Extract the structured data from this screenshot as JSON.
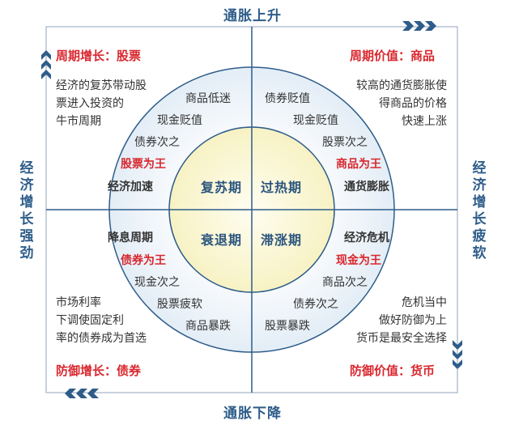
{
  "axes": {
    "top": "通胀上升",
    "bottom": "通胀下降",
    "left": "经济增长强劲",
    "right": "经济增长疲软"
  },
  "corners": {
    "top_left": {
      "label": "周期增长：",
      "asset": "股票"
    },
    "top_right": {
      "label": "周期价值：",
      "asset": "商品"
    },
    "bottom_left": {
      "label": "防御增长：",
      "asset": "债券"
    },
    "bottom_right": {
      "label": "防御价值：",
      "asset": "货币"
    }
  },
  "descriptions": {
    "top_left": [
      "经济的复苏带动股",
      "票进入投资的",
      "牛市周期"
    ],
    "top_right": [
      "较高的通货膨胀使",
      "得商品的价格",
      "快速上涨"
    ],
    "bottom_left": [
      "市场利率",
      "下调使固定利",
      "率的债券成为首选"
    ],
    "bottom_right": [
      "危机当中",
      "做好防御为上",
      "货币是最安全选择"
    ]
  },
  "phases": {
    "recovery": "复苏期",
    "overheat": "过热期",
    "recession": "衰退期",
    "stagflation": "滞涨期"
  },
  "ring": {
    "recovery": {
      "a": "商品低迷",
      "b": "现金贬值",
      "c": "债券次之",
      "d": "股票为王",
      "e": "经济加速"
    },
    "overheat": {
      "a": "债券贬值",
      "b": "现金贬值",
      "c": "股票次之",
      "d": "商品为王",
      "e": "通货膨胀"
    },
    "recession": {
      "a": "降息周期",
      "b": "债券为王",
      "c": "现金次之",
      "d": "股票疲软",
      "e": "商品暴跌"
    },
    "stagflation": {
      "a": "经济危机",
      "b": "现金为王",
      "c": "商品次之",
      "d": "债券次之",
      "e": "股票暴跌"
    }
  },
  "colors": {
    "frame": "#8fa3b8",
    "axis_line": "#2e5d8a",
    "ring_stroke": "#2e5d8a",
    "outer_fill": "#eef4f9",
    "inner_fill": "#fbf8de",
    "red": "#d9272e",
    "arrow": "#2e5d8a"
  },
  "arrows": {
    "top_right": "chevron-right-icon",
    "left_top": "chevron-up-icon",
    "right_bottom": "chevron-down-icon",
    "bottom_left": "chevron-left-icon"
  }
}
